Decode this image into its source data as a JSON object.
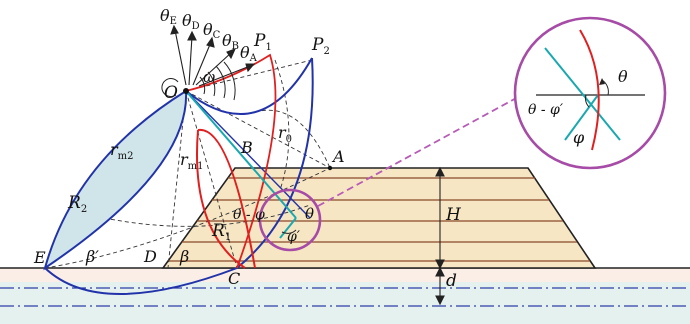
{
  "labels": {
    "theta_e": "θ",
    "theta_e_sub": "E",
    "theta_d": "θ",
    "theta_d_sub": "D",
    "theta_c": "θ",
    "theta_c_sub": "C",
    "theta_b": "θ",
    "theta_b_sub": "B",
    "theta_a": "θ",
    "theta_a_sub": "A",
    "p1": "P",
    "p1_sub": "1",
    "p2": "P",
    "p2_sub": "2",
    "o": "O",
    "omega": "ω",
    "r0": "r",
    "r0_sub": "0",
    "rm2": "r",
    "rm2_sub": "m2",
    "rm1": "r",
    "rm1_sub": "m1",
    "b": "B",
    "a": "A",
    "r2": "R",
    "r2_sub": "2",
    "r1": "R",
    "r1_sub": "1",
    "theta_minus_phi": "θ - φ",
    "theta": "θ",
    "phi_prime": "φ′",
    "h": "H",
    "d_depth": "d",
    "e": "E",
    "beta_prime": "β′",
    "d_point": "D",
    "beta": "β",
    "c": "C",
    "inset_theta": "θ",
    "inset_theta_minus_phi": "θ - φ′",
    "inset_phi": "φ"
  },
  "colors": {
    "slope_fill": "#f7e6c4",
    "ground_fill": "#fbeee6",
    "water_fill": "#e4f1ef",
    "layer_line": "#8a4a2a",
    "circle": "#a64ca6",
    "red": "#e02020",
    "blue": "#2233aa",
    "cyan": "#1aa8b0",
    "lens_fill": "#cfe5ea"
  }
}
